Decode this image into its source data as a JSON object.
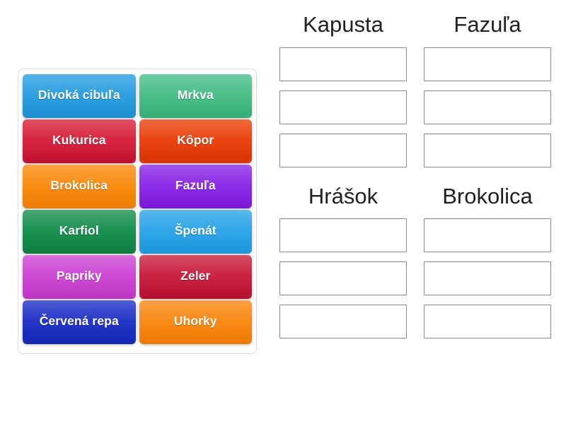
{
  "page": {
    "type": "drag-and-drop-sorting-activity",
    "background_color": "#ffffff"
  },
  "tile_tray": {
    "name": "draggable-items-tray",
    "border_color": "#dcdcdc",
    "tiles": [
      {
        "label": "Divoká cibuľa",
        "color": "#2E9FE0",
        "color_dark": "#1E8FD0"
      },
      {
        "label": "Mrkva",
        "color": "#4ABF8A",
        "color_dark": "#36AE78"
      },
      {
        "label": "Kukurica",
        "color": "#D8243F",
        "color_dark": "#C01030"
      },
      {
        "label": "Kôpor",
        "color": "#EB4410",
        "color_dark": "#D63405"
      },
      {
        "label": "Brokolica",
        "color": "#F98C10",
        "color_dark": "#EE7D05"
      },
      {
        "label": "Fazuľa",
        "color": "#8C2BE8",
        "color_dark": "#7A1AD8"
      },
      {
        "label": "Karfiol",
        "color": "#1A9150",
        "color_dark": "#0E7F41"
      },
      {
        "label": "Špenát",
        "color": "#2FA6E8",
        "color_dark": "#1E96DC"
      },
      {
        "label": "Papriky",
        "color": "#CE49D4",
        "color_dark": "#BE35C6"
      },
      {
        "label": "Zeler",
        "color": "#CB2240",
        "color_dark": "#B61030"
      },
      {
        "label": "Červená repa",
        "color": "#2436C8",
        "color_dark": "#1526B4"
      },
      {
        "label": "Uhorky",
        "color": "#F98A16",
        "color_dark": "#EE7B06"
      }
    ]
  },
  "categories": [
    {
      "title": "Kapusta",
      "slot_count": 3
    },
    {
      "title": "Fazuľa",
      "slot_count": 3
    },
    {
      "title": "Hrášok",
      "slot_count": 3
    },
    {
      "title": "Brokolica",
      "slot_count": 3
    }
  ]
}
